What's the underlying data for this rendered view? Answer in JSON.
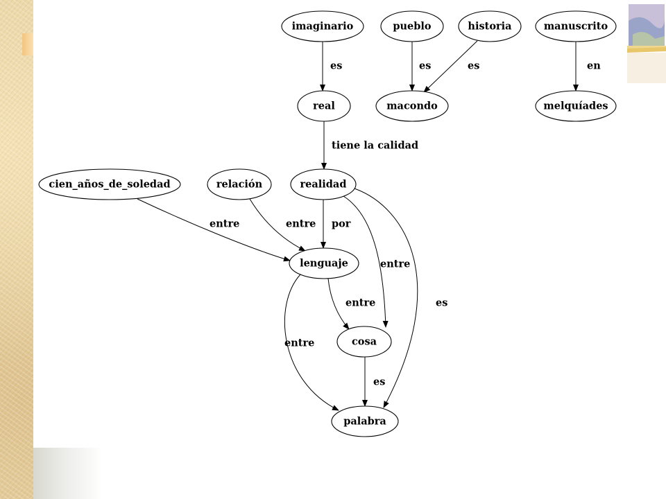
{
  "graph": {
    "nodes": [
      {
        "id": "imaginario",
        "label": "imaginario"
      },
      {
        "id": "pueblo",
        "label": "pueblo"
      },
      {
        "id": "historia",
        "label": "historia"
      },
      {
        "id": "manuscrito",
        "label": "manuscrito"
      },
      {
        "id": "real",
        "label": "real"
      },
      {
        "id": "macondo",
        "label": "macondo"
      },
      {
        "id": "melquiades",
        "label": "melquíades"
      },
      {
        "id": "cien",
        "label": "cien_años_de_soledad"
      },
      {
        "id": "relacion",
        "label": "relación"
      },
      {
        "id": "realidad",
        "label": "realidad"
      },
      {
        "id": "lenguaje",
        "label": "lenguaje"
      },
      {
        "id": "cosa",
        "label": "cosa"
      },
      {
        "id": "palabra",
        "label": "palabra"
      }
    ],
    "edges": [
      {
        "id": "imaginario-real",
        "from": "imaginario",
        "to": "real",
        "label": "es"
      },
      {
        "id": "pueblo-macondo",
        "from": "pueblo",
        "to": "macondo",
        "label": "es"
      },
      {
        "id": "historia-macondo",
        "from": "historia",
        "to": "macondo",
        "label": "es"
      },
      {
        "id": "manuscrito-melquiades",
        "from": "manuscrito",
        "to": "melquiades",
        "label": "en"
      },
      {
        "id": "real-realidad",
        "from": "real",
        "to": "realidad",
        "label": "tiene la calidad"
      },
      {
        "id": "cien-lenguaje",
        "from": "cien",
        "to": "lenguaje",
        "label": "entre"
      },
      {
        "id": "relacion-lenguaje",
        "from": "relacion",
        "to": "lenguaje",
        "label": "entre"
      },
      {
        "id": "realidad-lenguaje",
        "from": "realidad",
        "to": "lenguaje",
        "label": "por"
      },
      {
        "id": "realidad-cosa",
        "from": "realidad",
        "to": "cosa",
        "label": "entre"
      },
      {
        "id": "realidad-palabra",
        "from": "realidad",
        "to": "palabra",
        "label": "es"
      },
      {
        "id": "lenguaje-cosa",
        "from": "lenguaje",
        "to": "cosa",
        "label": "entre"
      },
      {
        "id": "lenguaje-palabra",
        "from": "lenguaje",
        "to": "palabra",
        "label": "entre"
      },
      {
        "id": "cosa-palabra",
        "from": "cosa",
        "to": "palabra",
        "label": "es"
      }
    ]
  },
  "decorations": {
    "paper_color": "#e9d4a4",
    "accent_color": "#f3c580",
    "corner_icon": "abstract-picture-icon"
  }
}
